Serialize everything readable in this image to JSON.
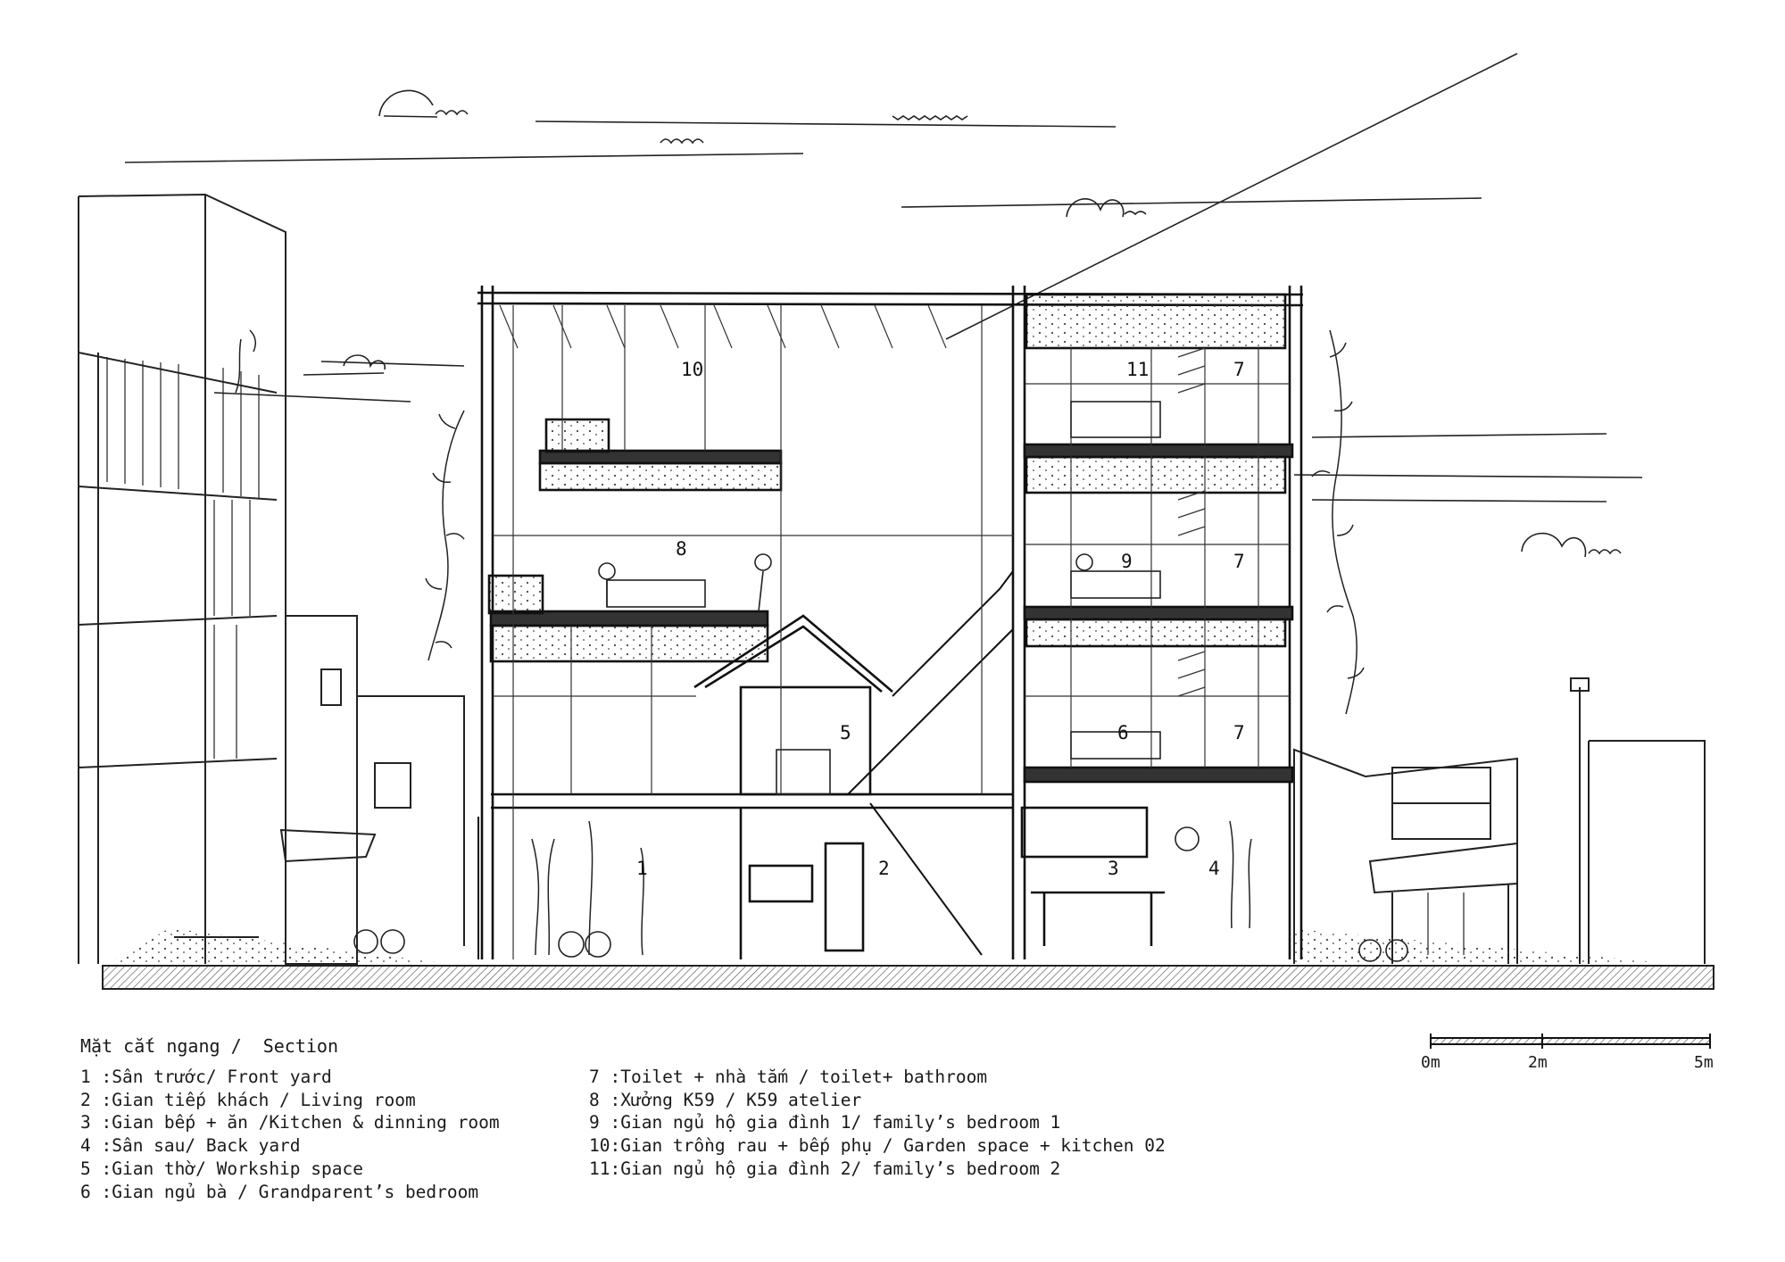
{
  "drawing": {
    "room_numbers": [
      "10",
      "11",
      "7",
      "8",
      "9",
      "7",
      "5",
      "6",
      "7",
      "1",
      "2",
      "3",
      "4"
    ]
  },
  "legend": {
    "title": "Mặt cắt ngang /  Section",
    "left": [
      "1 :Sân trước/ Front yard",
      "2 :Gian tiếp khách / Living room",
      "3 :Gian bếp + ăn /Kitchen & dinning room",
      "4 :Sân sau/ Back yard",
      "5 :Gian thờ/ Workship space",
      "6 :Gian ngủ bà / Grandparent’s bedroom"
    ],
    "right": [
      "7 :Toilet + nhà tắm / toilet+ bathroom",
      "8 :Xưởng K59 / K59 atelier",
      "9 :Gian ngủ hộ gia đình 1/ family’s bedroom 1",
      "10:Gian trồng rau + bếp phụ / Garden space + kitchen 02",
      "11:Gian ngủ hộ gia đình 2/ family’s bedroom 2"
    ]
  },
  "scale_bar": {
    "labels": [
      "0m",
      "2m",
      "5m"
    ]
  }
}
